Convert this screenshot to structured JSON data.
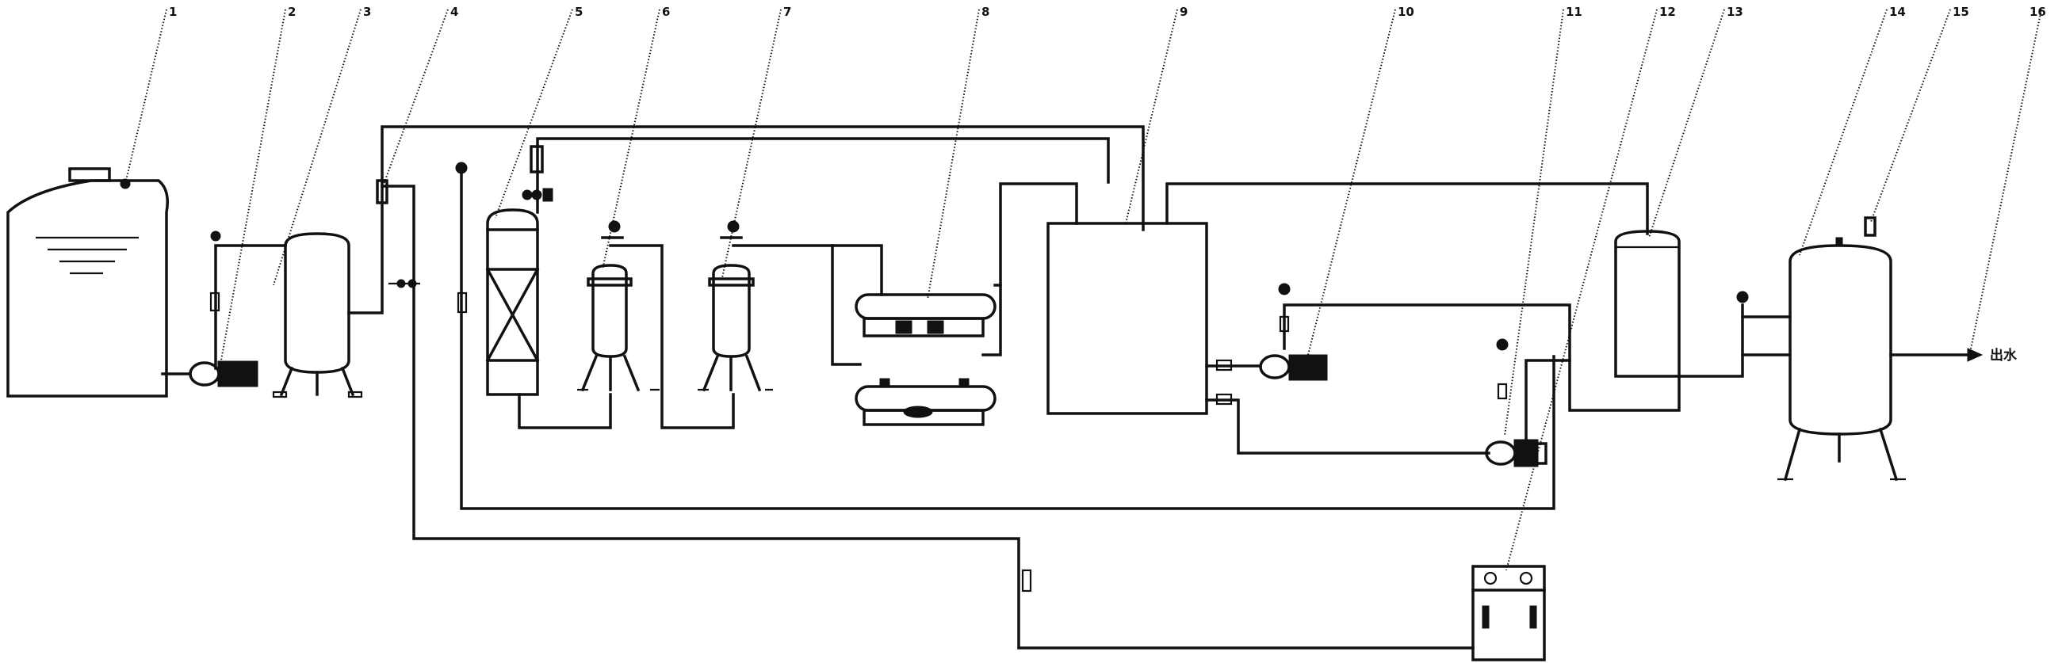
{
  "diagram": {
    "callouts": [
      "1",
      "2",
      "3",
      "4",
      "5",
      "6",
      "7",
      "8",
      "9",
      "10",
      "11",
      "12",
      "13",
      "14",
      "15",
      "16"
    ],
    "outlet_label": "出水"
  },
  "colors": {
    "stroke": "#111111",
    "background": "#ffffff"
  }
}
